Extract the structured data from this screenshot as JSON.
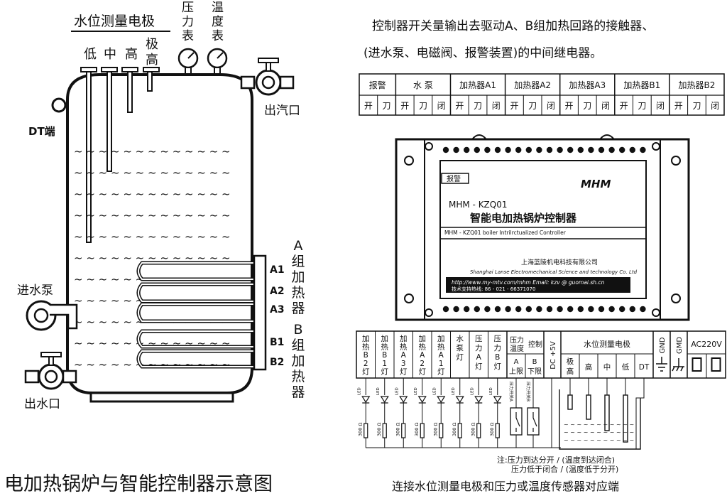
{
  "boiler": {
    "electrode_title": "水位测量电极",
    "electrodes": [
      "低",
      "中",
      "高",
      "极高"
    ],
    "pressure_gauge": "压力表",
    "temp_gauge": "温度表",
    "steam_outlet": "出汽口",
    "dt_label": "DT端",
    "inlet_pump": "进水泵",
    "water_outlet": "出水口",
    "group_a_label": "A组加热器",
    "group_b_label": "B组加热器",
    "heaters": [
      "A1",
      "A2",
      "A3",
      "B1",
      "B2"
    ],
    "caption": "电加热锅炉与智能控制器示意图"
  },
  "relay_note": {
    "line1": "控制器开关量输出去驱动A、B组加热回路的接触器、",
    "line2": "(进水泵、电磁阀、报警装置)的中间继电器。"
  },
  "output_table": {
    "groups": [
      {
        "name": "报警",
        "cols": [
          "开",
          "刀"
        ]
      },
      {
        "name": "水  泵",
        "cols": [
          "开",
          "刀",
          "闭"
        ]
      },
      {
        "name": "加热器A1",
        "cols": [
          "开",
          "刀",
          "闭"
        ]
      },
      {
        "name": "加热器A2",
        "cols": [
          "开",
          "刀",
          "闭"
        ]
      },
      {
        "name": "加热器A3",
        "cols": [
          "开",
          "刀",
          "闭"
        ]
      },
      {
        "name": "加热器B1",
        "cols": [
          "开",
          "刀",
          "闭"
        ]
      },
      {
        "name": "加热器B2",
        "cols": [
          "开",
          "刀",
          "闭"
        ]
      }
    ]
  },
  "controller": {
    "alarm_badge": "报警",
    "brand": "MHM",
    "model": "MHM - KZQ01",
    "name_cn": "智能电加热锅炉控制器",
    "name_en": "MHM - KZQ01  boiler Intrilrctualized Controller",
    "company_cn": "上海蓝陵机电科技有限公司",
    "company_en": "Shanghai Lanse Electromechanical Science and technology Co. Ltd",
    "website": "http://www.my-mtv.com/mhm   Email: kzv @ guomai.sh.cn",
    "hotline": "技术支持热线:    86 - 021 - 66371070"
  },
  "terminal_table": {
    "lamps": [
      "加热B2灯",
      "加热B1灯",
      "加热A3灯",
      "加热A2灯",
      "加热A1灯",
      "水泵灯",
      "压力A灯",
      "压力B灯"
    ],
    "pt_title": "压力温度控制",
    "pt_cols": [
      "A上限",
      "B下限"
    ],
    "dc": "DC +5V",
    "wl_title": "水位测量电极",
    "wl_cols": [
      "极高",
      "高",
      "中",
      "低",
      "DT"
    ],
    "gnd": "GND",
    "gmd": "GMD",
    "ac": "AC220V"
  },
  "wiring": {
    "led": "LED",
    "resistor": "300 Ω",
    "switch_a": "压力开关A",
    "switch_b": "压力开关B"
  },
  "note": {
    "line1": "注:压力到达分开 / (温度到达闭合)",
    "line2": "压力低于闭合 / (温度低于分开)"
  },
  "bottom_caption": "连接水位测量电极和压力或温度传感器对应端"
}
